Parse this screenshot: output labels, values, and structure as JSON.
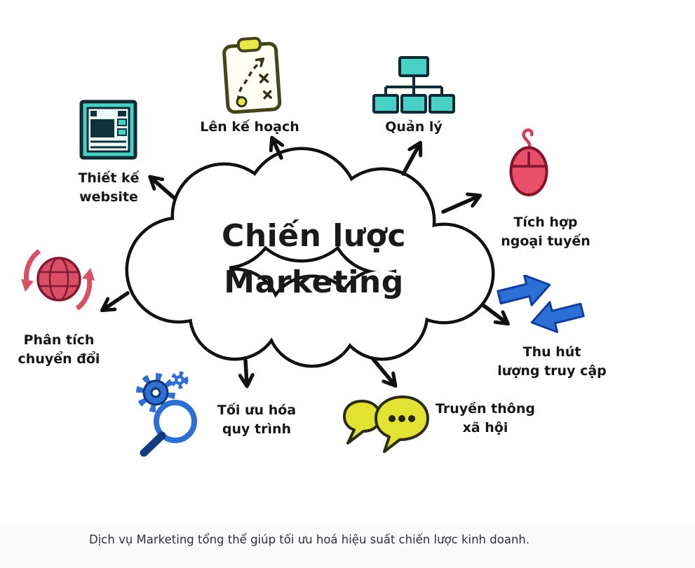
{
  "title": {
    "line1": "Chiến lược",
    "line2": "Marketing"
  },
  "nodes": [
    {
      "label": "Lên kế hoạch",
      "icon": "clipboard-plan-icon"
    },
    {
      "label": "Quản lý",
      "icon": "org-chart-icon"
    },
    {
      "label": "Thiết kế\nwebsite",
      "icon": "website-browser-icon"
    },
    {
      "label": "Tích hợp\nngoại tuyến",
      "icon": "computer-mouse-icon"
    },
    {
      "label": "Phân tích\nchuyển đổi",
      "icon": "globe-sync-icon"
    },
    {
      "label": "Thu hút\nlượng truy cập",
      "icon": "traffic-arrows-icon"
    },
    {
      "label": "Tối ưu hóa\nquy trình",
      "icon": "gear-magnifier-icon"
    },
    {
      "label": "Truyền thông\nxã hội",
      "icon": "chat-bubbles-icon"
    }
  ],
  "caption": "Dịch vụ Marketing tổng thể giúp tối ưu hoá hiệu suất chiến lược kinh doanh.",
  "colors": {
    "teal": "#49d0c6",
    "crimson": "#e0506a",
    "yellow": "#e6e63c",
    "blue": "#2e6fd6",
    "outline": "#111111"
  }
}
